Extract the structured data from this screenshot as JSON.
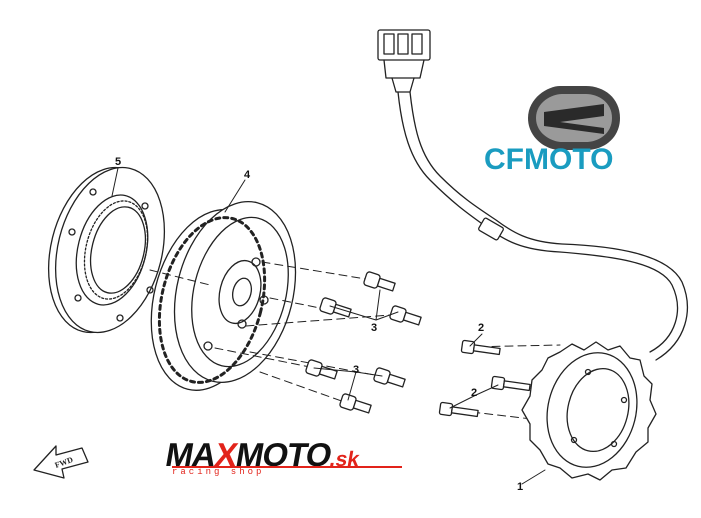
{
  "brand": {
    "name": "CFMOTO",
    "color": "#1a9cc0"
  },
  "watermark": {
    "part1": "MA",
    "part2": "X",
    "part3": "MOTO",
    "suffix": ".sk",
    "tagline": "racing shop",
    "accent": "#e2231a"
  },
  "fwd_label": "FWD",
  "callouts": {
    "stator": "1",
    "bolt_stator_top": "2",
    "bolt_stator_bottom": "2",
    "bolts_flywheel_top": "3",
    "bolts_flywheel_bottom": "3",
    "flywheel": "4",
    "one_way_clutch": "5"
  }
}
